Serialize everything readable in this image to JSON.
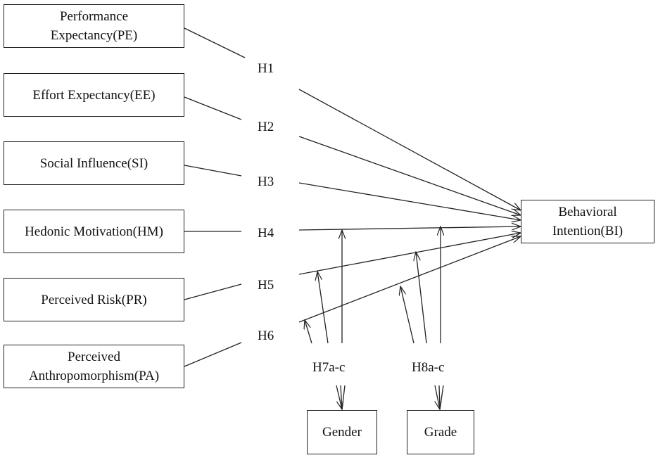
{
  "constructs": {
    "pe": "Performance\nExpectancy(PE)",
    "ee": "Effort Expectancy(EE)",
    "si": "Social Influence(SI)",
    "hm": "Hedonic Motivation(HM)",
    "pr": "Perceived Risk(PR)",
    "pa": "Perceived\nAnthropomorphism(PA)",
    "bi": "Behavioral\nIntention(BI)"
  },
  "moderators": {
    "gender": "Gender",
    "grade": "Grade"
  },
  "hypotheses": {
    "h1": "H1",
    "h2": "H2",
    "h3": "H3",
    "h4": "H4",
    "h5": "H5",
    "h6": "H6",
    "h7": "H7a-c",
    "h8": "H8a-c"
  }
}
